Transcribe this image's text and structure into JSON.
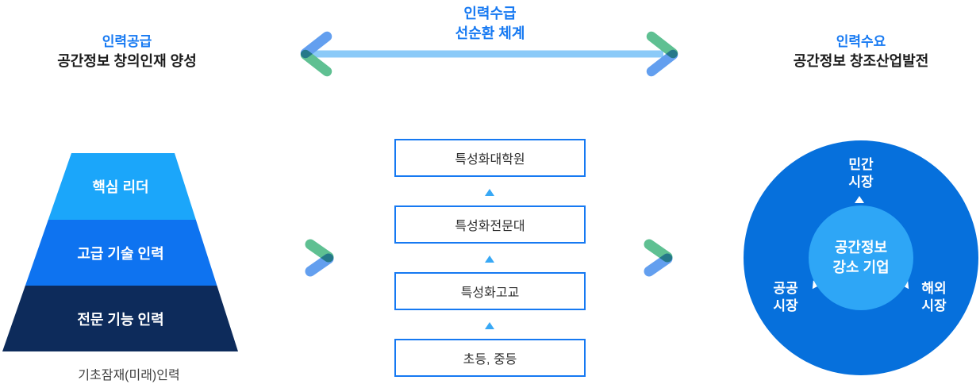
{
  "title": {
    "line1": "인력수급",
    "line2": "선순환 체계"
  },
  "supply": {
    "heading": "인력공급",
    "subheading": "공간정보 창의인재 양성",
    "pyramid_levels": [
      {
        "label": "핵심 리더",
        "color": "#1BA6FA"
      },
      {
        "label": "고급 기술 인력",
        "color": "#0E73F0"
      },
      {
        "label": "전문 기능 인력",
        "color": "#0D2B5B"
      }
    ],
    "caption": "기초잠재(미래)인력"
  },
  "pipeline": {
    "boxes": [
      {
        "label": "특성화대학원"
      },
      {
        "label": "특성화전문대"
      },
      {
        "label": "특성화고교"
      },
      {
        "label": "초등, 중등"
      }
    ]
  },
  "demand": {
    "heading": "인력수요",
    "subheading": "공간정보 창조산업발전",
    "core": {
      "line1": "공간정보",
      "line2": "강소 기업"
    },
    "markets": [
      {
        "line1": "민간",
        "line2": "시장",
        "position": "top"
      },
      {
        "line1": "공공",
        "line2": "시장",
        "position": "bottom-left"
      },
      {
        "line1": "해외",
        "line2": "시장",
        "position": "bottom-right"
      }
    ]
  },
  "colors": {
    "accent_blue": "#1679F2",
    "text_dark": "#1C1C1C",
    "caption_gray": "#3E3E3E",
    "arrow_bar": "#8BCAF8",
    "chevron_green": "#5FC092",
    "chevron_blue": "#639FEF",
    "pyramid_top": "#1BA6FA",
    "pyramid_middle": "#0E73F0",
    "pyramid_bottom": "#0D2B5B",
    "box_border": "#1679F2",
    "up_triangle": "#38A8F5",
    "outer_circle": "#0670DC",
    "inner_circle": "#2EA6F6"
  }
}
